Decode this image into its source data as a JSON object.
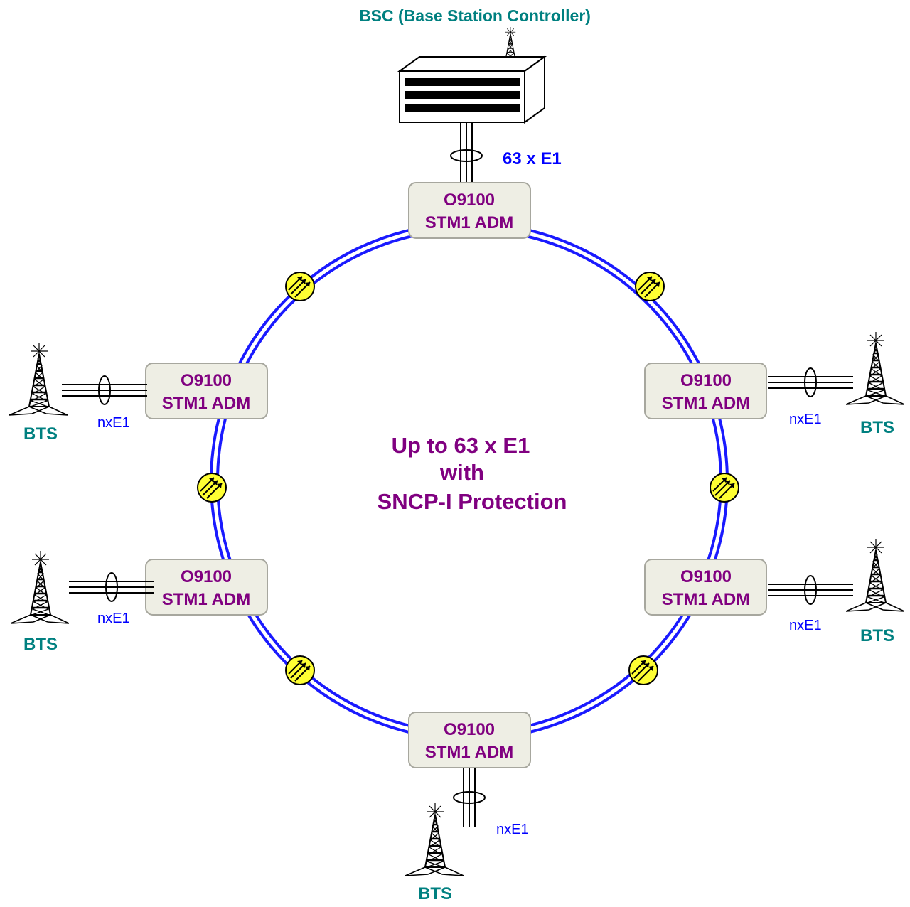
{
  "bsc": {
    "title": "BSC (Base Station Controller)",
    "link_label": "63 x E1"
  },
  "ring": {
    "center_lines": [
      "Up to 63 x E1",
      "with",
      "SNCP-I Protection"
    ],
    "colors": {
      "ring": "#1a1aff",
      "adm_text": "#800080",
      "bts_text": "#008080",
      "e1_text": "#0000ff",
      "amplifier": "#ffff33"
    }
  },
  "nodes": [
    {
      "id": "top",
      "line1": "O9100",
      "line2": "STM1 ADM"
    },
    {
      "id": "left-upper",
      "line1": "O9100",
      "line2": "STM1 ADM",
      "link": "nxE1",
      "bts": "BTS"
    },
    {
      "id": "right-upper",
      "line1": "O9100",
      "line2": "STM1 ADM",
      "link": "nxE1",
      "bts": "BTS"
    },
    {
      "id": "left-lower",
      "line1": "O9100",
      "line2": "STM1 ADM",
      "link": "nxE1",
      "bts": "BTS"
    },
    {
      "id": "right-lower",
      "line1": "O9100",
      "line2": "STM1 ADM",
      "link": "nxE1",
      "bts": "BTS"
    },
    {
      "id": "bottom",
      "line1": "O9100",
      "line2": "STM1 ADM",
      "link": "nxE1",
      "bts": "BTS"
    }
  ],
  "icons": {
    "bsc": "server-rack-icon",
    "bts": "radio-tower-icon",
    "amplifier": "optical-amplifier-icon"
  }
}
